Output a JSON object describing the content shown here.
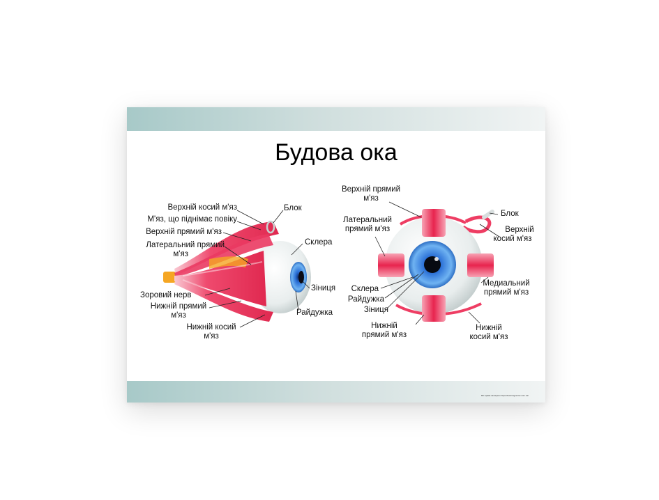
{
  "poster": {
    "title": "Будова ока",
    "credit": "Всі права захищено https://learningcenter.com.ua/"
  },
  "side_view": {
    "labels": {
      "superior_oblique": "Верхній косий м'яз",
      "levator": "М'яз, що піднімає повіку",
      "superior_rectus": "Верхній прямий м'яз",
      "lateral_rectus_l1": "Латеральний прямий",
      "lateral_rectus_l2": "м'яз",
      "optic_nerve": "Зоровий нерв",
      "inferior_rectus_l1": "Нижній прямий",
      "inferior_rectus_l2": "м'яз",
      "inferior_oblique_l1": "Нижній косий",
      "inferior_oblique_l2": "м'яз",
      "trochlea": "Блок",
      "sclera": "Склера",
      "pupil": "Зіниця",
      "iris": "Райдужка"
    }
  },
  "front_view": {
    "labels": {
      "superior_rectus_l1": "Верхній прямий",
      "superior_rectus_l2": "м'яз",
      "lateral_rectus_l1": "Латеральний",
      "lateral_rectus_l2": "прямий м'яз",
      "sclera": "Склера",
      "iris": "Райдужка",
      "pupil": "Зіниця",
      "inferior_rectus_l1": "Нижній",
      "inferior_rectus_l2": "прямий м'яз",
      "trochlea": "Блок",
      "superior_oblique_l1": "Верхній",
      "superior_oblique_l2": "косий м'яз",
      "medial_rectus_l1": "Медиальний",
      "medial_rectus_l2": "прямий м'яз",
      "inferior_oblique_l1": "Нижній",
      "inferior_oblique_l2": "косий м'яз"
    }
  },
  "colors": {
    "muscle": "#ee3d63",
    "muscle_light": "#f7a3b4",
    "iris": "#2f7fd8",
    "sclera": "#e9eeee",
    "nerve": "#f5a623"
  }
}
